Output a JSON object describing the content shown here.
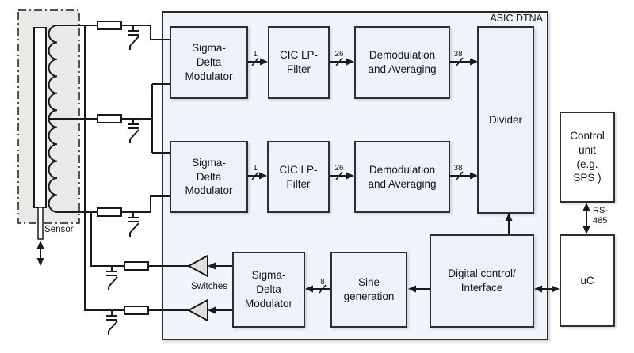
{
  "asic": {
    "label": "ASIC DTNA"
  },
  "sensor": {
    "label": "Sensor"
  },
  "switches": {
    "label": "Switches"
  },
  "link_rs485": {
    "label": "RS-\n485"
  },
  "blocks": {
    "sdm1": {
      "label": "Sigma-\nDelta\nModulator"
    },
    "cic1": {
      "label": "CIC LP-\nFilter"
    },
    "demod1": {
      "label": "Demodulation\nand Averaging"
    },
    "sdm2": {
      "label": "Sigma-\nDelta\nModulator"
    },
    "cic2": {
      "label": "CIC LP-\nFilter"
    },
    "demod2": {
      "label": "Demodulation\nand Averaging"
    },
    "divider": {
      "label": "Divider"
    },
    "sdm3": {
      "label": "Sigma-\nDelta\nModulator"
    },
    "sine": {
      "label": "Sine\ngeneration"
    },
    "digital": {
      "label": "Digital control/\nInterface"
    },
    "control_unit": {
      "label": "Control\nunit\n(e.g.\nSPS )"
    },
    "uc": {
      "label": "uC"
    }
  },
  "bus_widths": {
    "row1": {
      "sdm_to_cic": "1",
      "cic_to_demod": "26",
      "demod_to_divider": "38"
    },
    "row2": {
      "sdm_to_cic": "1",
      "cic_to_demod": "26",
      "demod_to_divider": "38"
    },
    "sine_to_sdm": "8"
  },
  "colors": {
    "asic_fill": "#f1f4fa",
    "block_fill": "#edf1f9",
    "external_block_fill": "#ffffff",
    "sensor_fill": "#e9e9e7",
    "switch_triangle_fill": "#e0e0e0",
    "line": "#1a1a1a"
  }
}
